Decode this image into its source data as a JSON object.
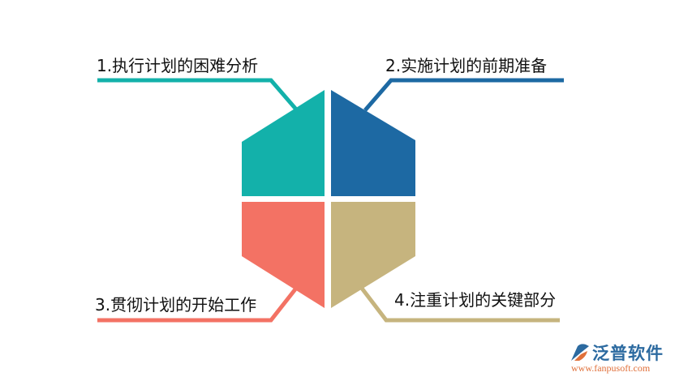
{
  "diagram": {
    "items": [
      {
        "label": "1.执行计划的困难分析",
        "color": "#13b1aa"
      },
      {
        "label": "2.实施计划的前期准备",
        "color": "#1d69a3"
      },
      {
        "label": "3.贯彻计划的开始工作",
        "color": "#f37264"
      },
      {
        "label": "4.注重计划的关键部分",
        "color": "#c6b47e"
      }
    ]
  },
  "logo": {
    "name": "泛普软件",
    "url": "www.fanpusoft.com",
    "icon": "fanpu-logo-icon"
  }
}
